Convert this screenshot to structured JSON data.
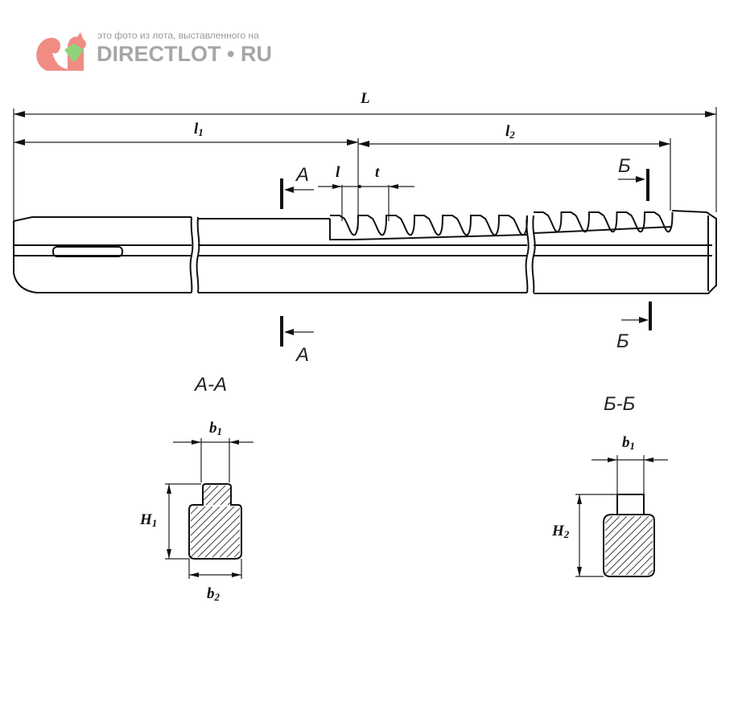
{
  "watermark": {
    "caption": "это фото из лота, выставленного на",
    "brand": "DIRECTLOT • RU",
    "colors": {
      "squirrel": "#f08c84",
      "gem": "#8fd47a",
      "text": "#a6a6a6"
    }
  },
  "dimensions": {
    "L": {
      "main": "L"
    },
    "l1": {
      "main": "l",
      "sub": "1"
    },
    "l2": {
      "main": "l",
      "sub": "2"
    },
    "l": {
      "main": "l"
    },
    "t": {
      "main": "t"
    },
    "b1_a": {
      "main": "b",
      "sub": "1"
    },
    "b2": {
      "main": "b",
      "sub": "2"
    },
    "H1": {
      "main": "H",
      "sub": "1"
    },
    "b1_b": {
      "main": "b",
      "sub": "1"
    },
    "H2": {
      "main": "H",
      "sub": "2"
    }
  },
  "section_marks": {
    "A": "А",
    "B": "Б"
  },
  "section_titles": {
    "A": "А-А",
    "B": "Б-Б"
  }
}
